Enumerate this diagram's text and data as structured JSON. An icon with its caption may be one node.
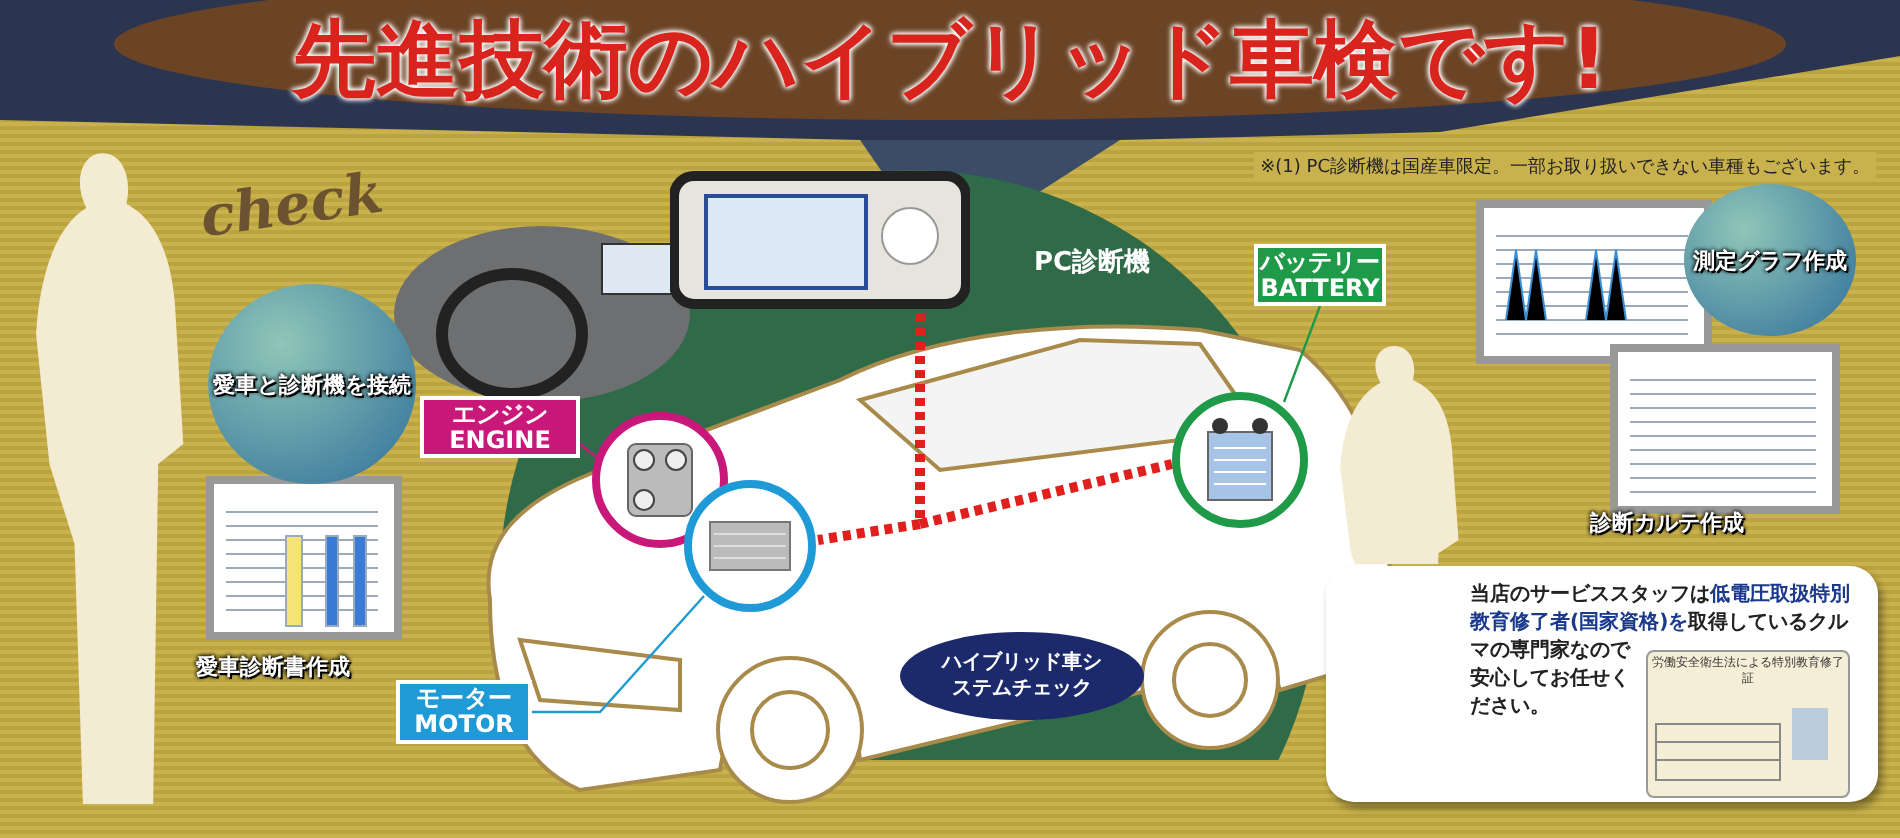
{
  "diagram": {
    "title": "先進技術のハイブリッド車検です!",
    "nodes": [
      {
        "text": [
          "愛車と診断機を接続"
        ]
      },
      {
        "text": [],
        "shape": "picture",
        "beside": [
          "PC診断機"
        ]
      },
      {
        "text": [
          "バッテリー BATTERY"
        ]
      },
      {
        "text": [
          "測定グラフ作成"
        ]
      },
      {
        "text": [
          "エンジン ENGINE"
        ]
      },
      {
        "text": [],
        "shape": "circle"
      },
      {
        "text": [],
        "shape": "circle"
      },
      {
        "text": [],
        "shape": "circle"
      },
      {
        "text": [
          "診断カルテ作成"
        ]
      },
      {
        "text": [
          "愛車診断書作成"
        ]
      },
      {
        "text": [
          "当店のサービススタッフは**低電圧取扱特別教育修了者(国家資格)を**取得しているクルマの専門家なので安心してお任せください。"
        ]
      },
      {
        "text": [
          "労働安全衛生法による特別教育修了証"
        ],
        "in": 10
      },
      {
        "text": [
          "モーター MOTOR"
        ]
      },
      {
        "text": [
          "ハイブリッド車システムチェック"
        ]
      },
      {
        "text": [],
        "shape": "person"
      },
      {
        "text": [],
        "shape": "person"
      }
    ],
    "edges": [
      {
        "from": 1,
        "to": 7,
        "arrow": "none",
        "style": "dashed",
        "color": "#e0201c"
      },
      {
        "from": 1,
        "to": 6,
        "arrow": "none",
        "style": "dashed",
        "color": "#e0201c"
      },
      {
        "from": 4,
        "to": 5,
        "arrow": "none",
        "color": "#c8187a"
      },
      {
        "from": 12,
        "to": 7,
        "arrow": "none",
        "color": "#1e9ad6"
      },
      {
        "from": 2,
        "to": 6,
        "arrow": "none",
        "color": "#1f9a48"
      }
    ],
    "labels": [
      "check",
      "※(1) PC診断機は国産車限定。一部お取り扱いできない車種もございます。"
    ]
  }
}
